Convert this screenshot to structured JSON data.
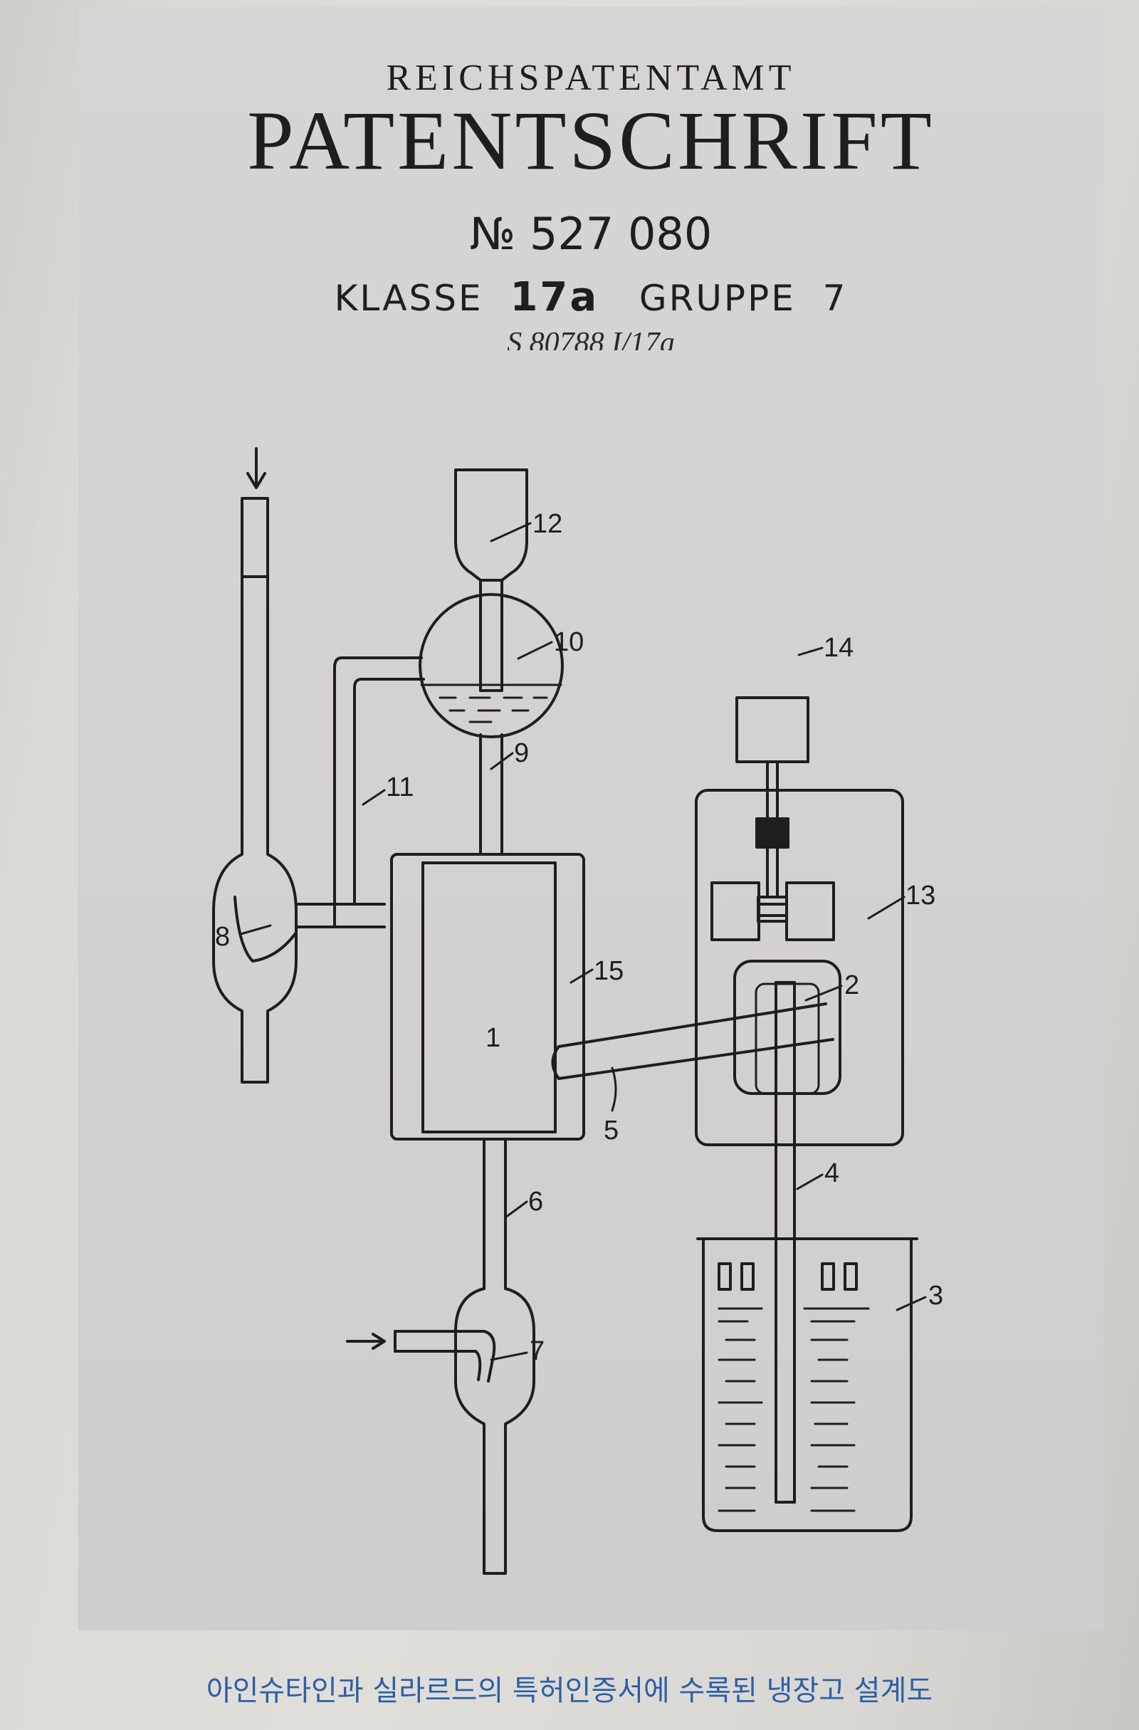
{
  "header": {
    "office": "REICHSPATENTAMT",
    "document_type": "PATENTSCHRIFT",
    "patent_number": "№ 527 080",
    "klasse_label": "KLASSE",
    "klasse_value": "17a",
    "gruppe_label": "GRUPPE",
    "gruppe_value": "7",
    "reference_code": "S 80788 I/17a"
  },
  "diagram": {
    "labels": {
      "l1": "1",
      "l2": "2",
      "l3": "3",
      "l4": "4",
      "l5": "5",
      "l6": "6",
      "l7": "7",
      "l8": "8",
      "l9": "9",
      "l10": "10",
      "l11": "11",
      "l12": "12",
      "l13": "13",
      "l14": "14",
      "l15": "15"
    }
  },
  "caption": "아인슈타인과 실라르드의 특허인증서에 수록된 냉장고 설계도",
  "colors": {
    "ink": "#1e1e1e",
    "caption": "#2f5ea8",
    "paper": "#d2d1cf"
  }
}
